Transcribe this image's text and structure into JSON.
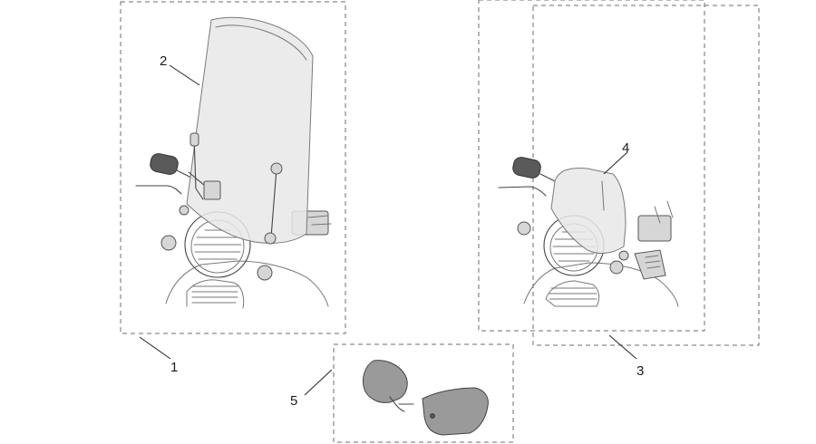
{
  "callouts": {
    "kit_tall_windscreen": "1",
    "tall_windscreen": "2",
    "kit_fly_screen": "3",
    "fly_screen": "4",
    "hand_guards": "5"
  }
}
